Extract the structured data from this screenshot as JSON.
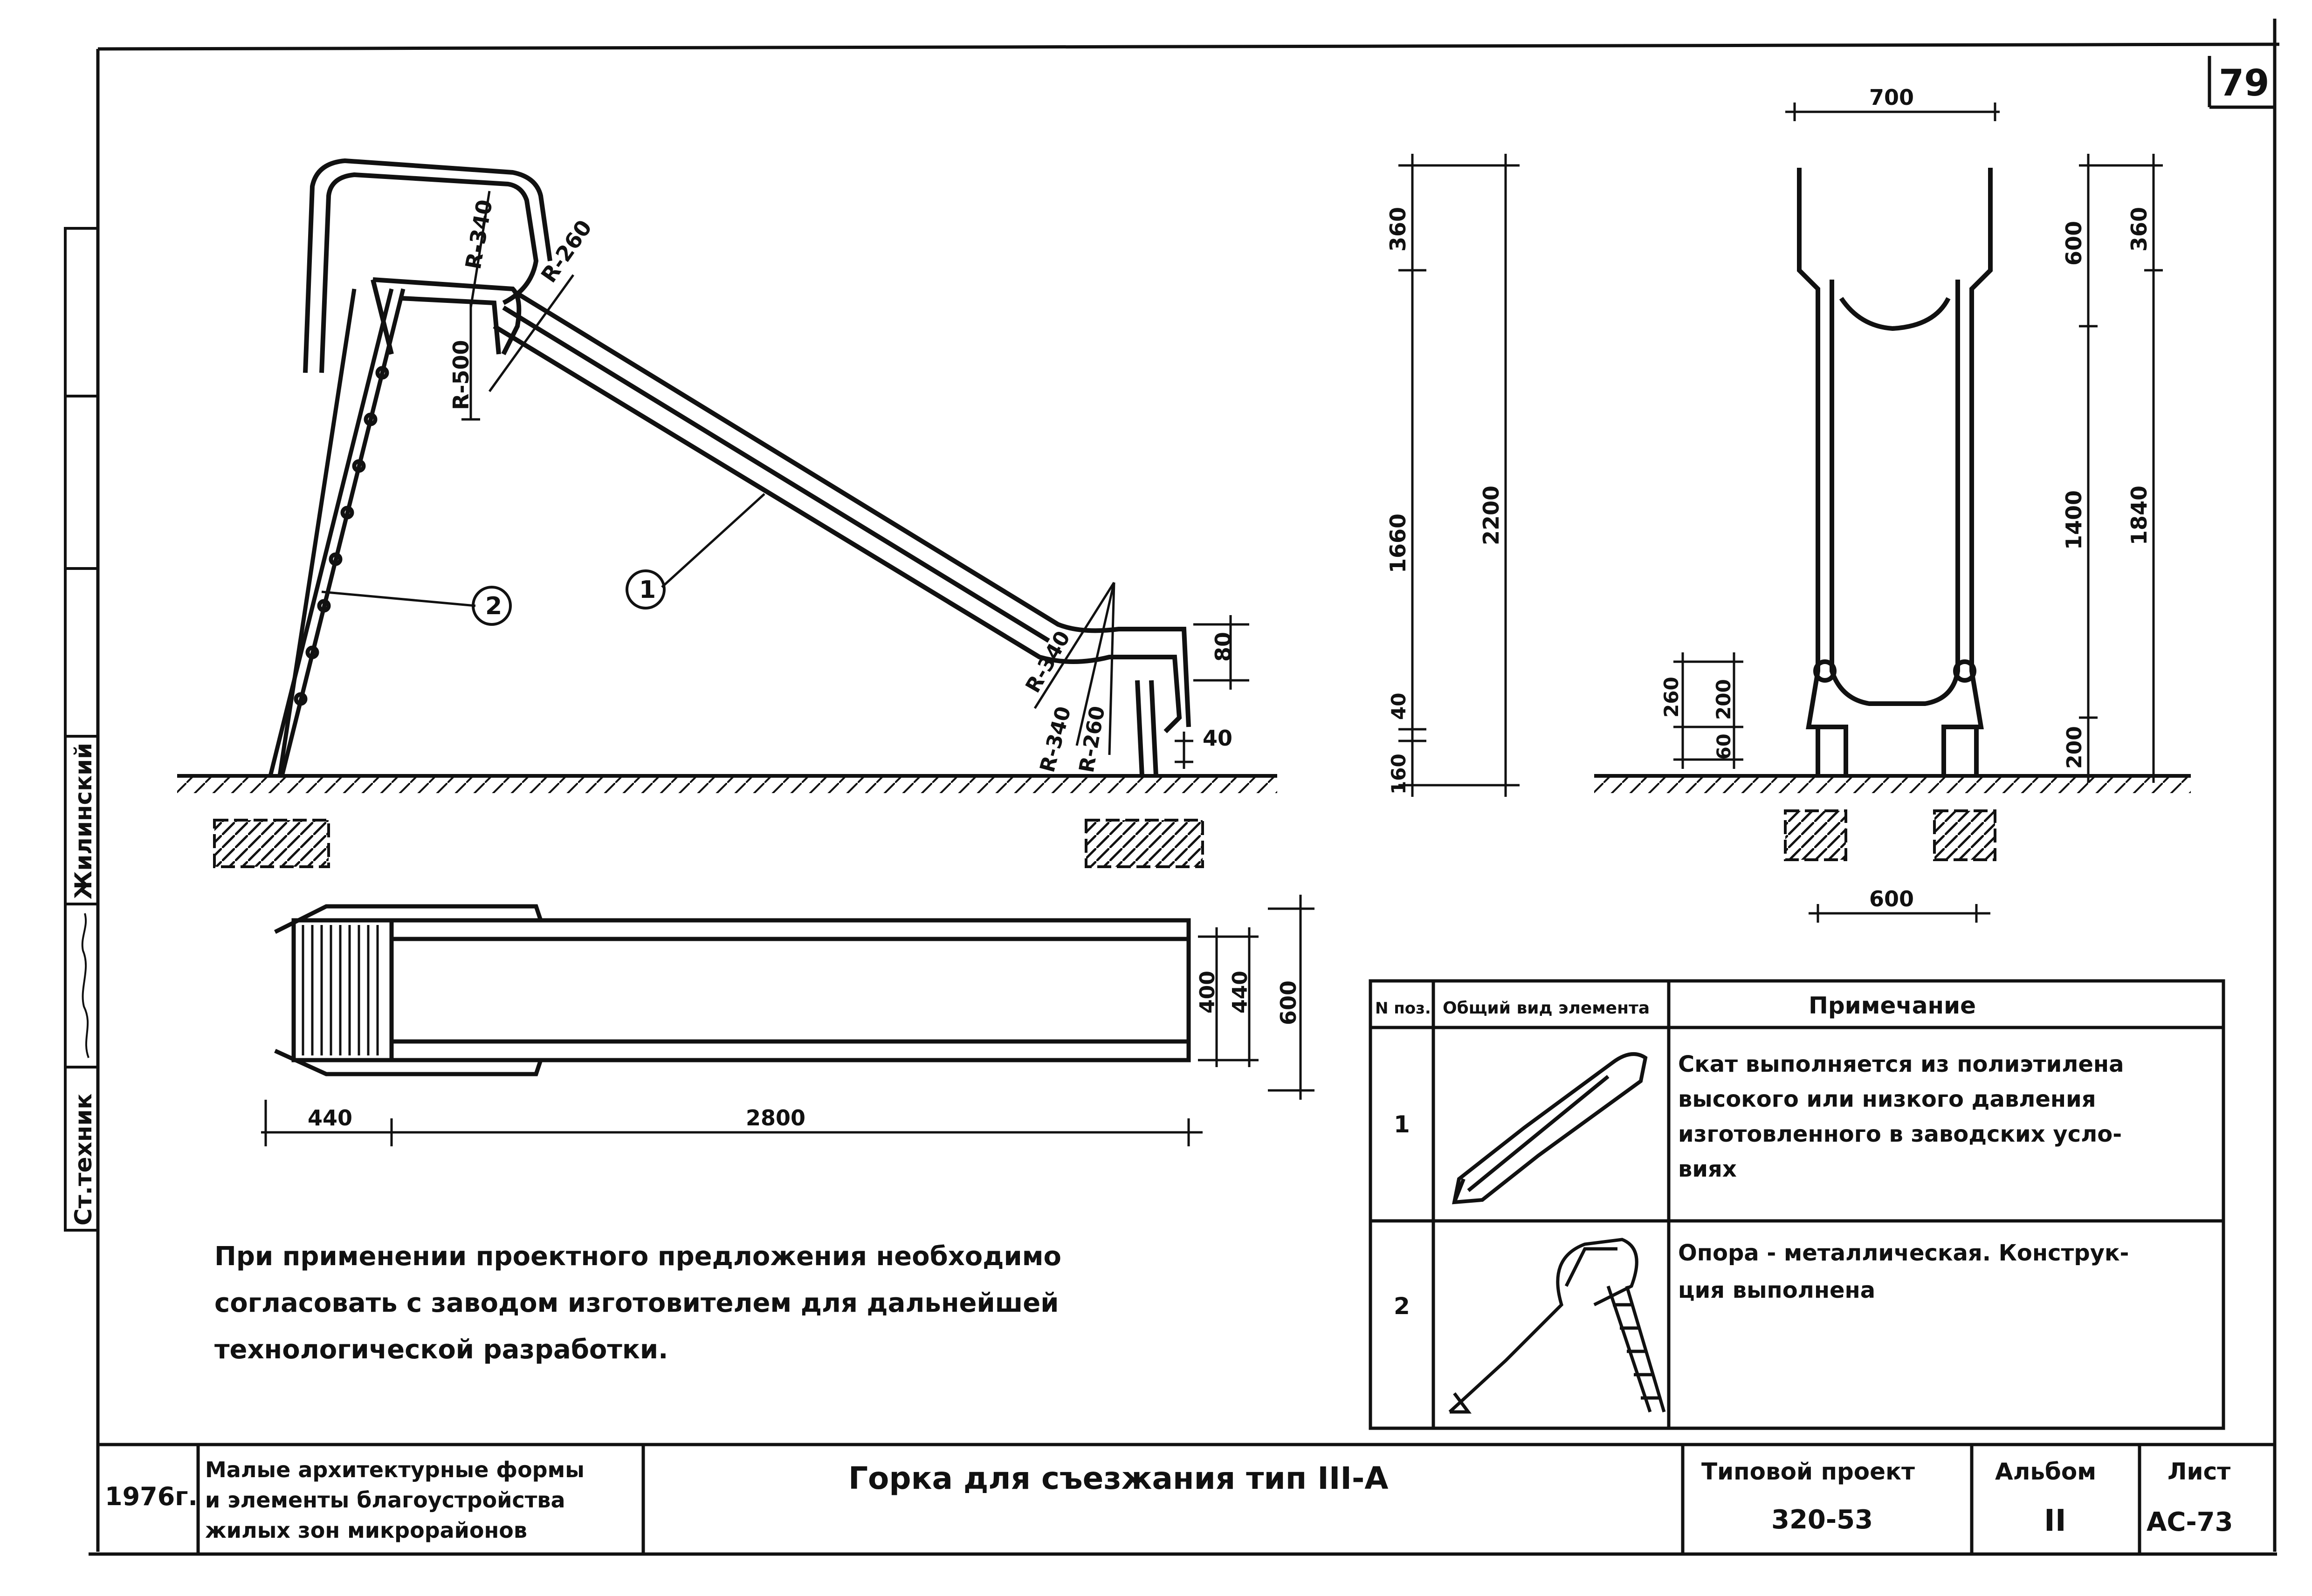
{
  "sheet": {
    "page_number": "79",
    "side_stamp": [
      "Ст.техник",
      "Жилинский"
    ]
  },
  "elevation": {
    "callouts": [
      "1",
      "2"
    ],
    "radii_top": [
      "R-340",
      "R-260",
      "R-500"
    ],
    "radii_bottom": [
      "R-340",
      "R-340",
      "R-260"
    ],
    "dims_right": [
      "80",
      "40"
    ],
    "dims_vertical": [
      "360",
      "1660",
      "40",
      "160",
      "2200"
    ]
  },
  "front_view": {
    "dims": [
      "700",
      "600",
      "1400",
      "200",
      "360",
      "1840",
      "260",
      "200",
      "60",
      "600"
    ]
  },
  "plan_view": {
    "dims_length": [
      "440",
      "2800"
    ],
    "dims_width": [
      "400",
      "440",
      "600"
    ]
  },
  "note": {
    "lines": [
      "При применении проектного предложения необходимо",
      "согласовать с заводом изготовителем для дальнейшей",
      "технологической разработки."
    ]
  },
  "spec_table": {
    "headers": [
      "N поз.",
      "Общий вид элемента",
      "Примечание"
    ],
    "rows": [
      {
        "pos": "1",
        "note": [
          "Скат выполняется из полиэтилена",
          "высокого или низкого давления",
          "изготовленного в заводских усло-",
          "виях"
        ]
      },
      {
        "pos": "2",
        "note": [
          "Опора - металлическая. Конструк-",
          "ция выполнена"
        ]
      }
    ]
  },
  "title_block": {
    "year": "1976г.",
    "album_title": [
      "Малые архитектурные формы",
      "и элементы благоустройства",
      "жилых зон микрорайонов"
    ],
    "drawing_title": "Горка для съезжания тип III-А",
    "project_label": "Типовой проект",
    "project_number": "320-53",
    "album_label": "Альбом",
    "album_number": "II",
    "sheet_label": "Лист",
    "sheet_number": "АС-73"
  }
}
